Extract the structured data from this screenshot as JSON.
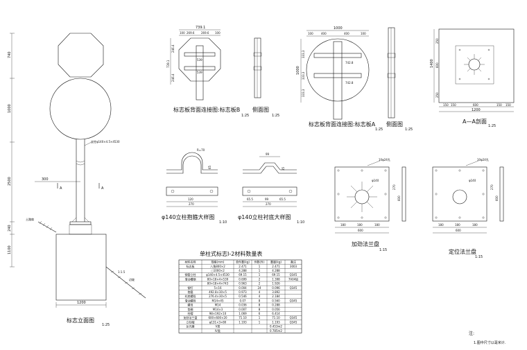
{
  "elevation": {
    "dims": [
      "740",
      "1000",
      "2500",
      "240",
      "1100",
      "1200",
      "300"
    ],
    "mark_a": "A",
    "pipe_note": "支柱φ140×4.5×4530",
    "slope_left": "土路肩",
    "slope_ratio": "1:1.5",
    "slope_right": "边坡",
    "title": "标志立面图",
    "scale": "1:25"
  },
  "panel_b": {
    "dims_top": [
      "739.1",
      "100",
      "269.6",
      "269.6",
      "100"
    ],
    "dims_left": [
      "246.4",
      "739.1",
      "246.4"
    ],
    "inner_dims": [
      "539",
      "539"
    ],
    "title": "标志板背面连接图:标志板B",
    "scale": "1:25",
    "side_title": "侧面图",
    "side_scale": "1:25"
  },
  "panel_a": {
    "dims_top": [
      "1000",
      "100",
      "400",
      "400",
      "100"
    ],
    "dims_left": [
      "333.3",
      "1000",
      "333.3",
      "333.3"
    ],
    "inner_dims": [
      "742.8",
      "742.8"
    ],
    "title": "标志板背面连接图:标志板A",
    "scale": "1:25",
    "side_title": "侧面图",
    "side_scale": "1:25"
  },
  "section_aa": {
    "dims_left": [
      "1400",
      "250",
      "600",
      "250"
    ],
    "dims_bottom": [
      "150",
      "150",
      "600",
      "150",
      "150",
      "1200"
    ],
    "title": "A—A剖面",
    "scale": "1:25"
  },
  "clamp": {
    "radius": "R=70",
    "dims": [
      "65",
      "120",
      "270"
    ],
    "title": "φ140立柱抱箍大样图",
    "scale": "1:10"
  },
  "bottom_plate": {
    "dims": [
      "99",
      "35",
      "65.5",
      "99",
      "65.5",
      "35",
      "270"
    ],
    "title": "φ140立柱衬底大样图",
    "scale": "1:10"
  },
  "rib_flange": {
    "label": "10φ24孔",
    "pipe": "φ140",
    "dims": [
      "270",
      "600",
      "180",
      "180",
      "180",
      "600"
    ],
    "title": "加劲法兰盘",
    "scale": "1:15"
  },
  "pos_flange": {
    "label": "10φ24孔",
    "pipe": "φ140",
    "dims": [
      "270",
      "600",
      "180",
      "180",
      "180",
      "600"
    ],
    "title": "定位法兰盘",
    "scale": "1:15"
  },
  "table": {
    "title": "单柱式标志Ⅰ-2材料数量表",
    "headers": [
      "材料名称",
      "规格(mm)",
      "单件重(kg)",
      "件数(件)",
      "重量(kg)",
      "备注"
    ],
    "rows": [
      [
        "标志板",
        "八角800×2",
        "2.471",
        "1",
        "2.471",
        "3003"
      ],
      [
        "",
        "○1000×2",
        "4.288",
        "1",
        "4.288",
        ""
      ],
      [
        "钢管立柱",
        "φ140×4.5×4530",
        "69.15",
        "1",
        "69.15",
        "Q345"
      ],
      [
        "滑动槽钢",
        "80×18×4×539",
        "0.699",
        "2",
        "1.398",
        "7A04铝"
      ],
      [
        "",
        "80×18×4×743",
        "0.963",
        "2",
        "1.926",
        ""
      ],
      [
        "铆钉",
        "5×16",
        "0.004",
        "24",
        "0.096",
        "Q345"
      ],
      [
        "抱箍",
        "492.8×30×5",
        "0.973",
        "4",
        "3.892",
        ""
      ],
      [
        "衬底螺栓",
        "276.4×30×5",
        "0.546",
        "4",
        "2.184",
        ""
      ],
      [
        "滑动螺栓",
        "M14×45",
        "0.07",
        "8",
        "0.560",
        "Q345"
      ],
      [
        "螺母",
        "M14",
        "0.036",
        "8",
        "0.288",
        ""
      ],
      [
        "垫圈",
        "M14×3",
        "0.007",
        "8",
        "0.056",
        ""
      ],
      [
        "柱帽",
        "98×192×10",
        "1.069",
        "6",
        "6.414",
        ""
      ],
      [
        "加劲法兰盘",
        "600×600×20",
        "71.10",
        "1",
        "71.10",
        "Q345"
      ],
      [
        "立柱帽",
        "φ131×3×80",
        "1.193",
        "1",
        "1.193",
        "Q345"
      ],
      [
        "反光膜",
        "Ⅴ类",
        "",
        "",
        "0.453m2",
        ""
      ],
      [
        "",
        "Ⅳ类",
        "",
        "",
        "0.785m2",
        ""
      ]
    ]
  },
  "notes": {
    "label": "注:",
    "line1": "1.图中尺寸以毫米计."
  }
}
